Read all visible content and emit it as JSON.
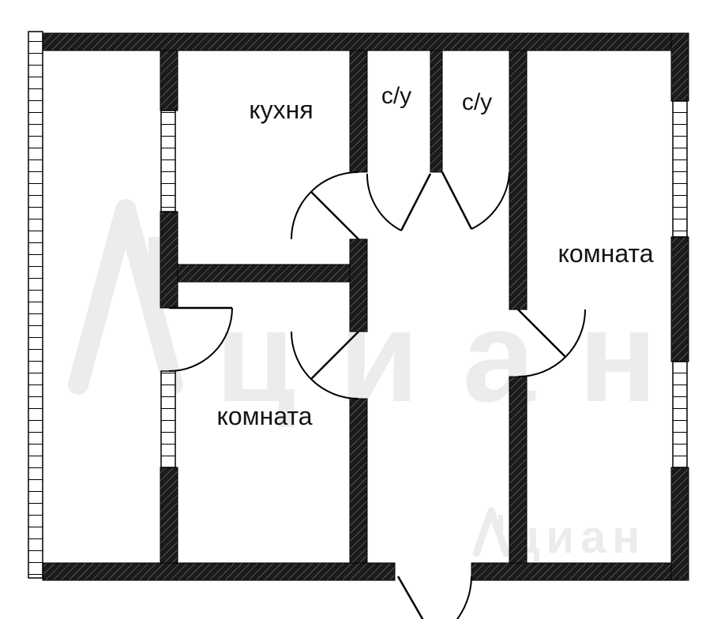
{
  "rooms": {
    "kitchen": {
      "label": "кухня"
    },
    "bathroom1": {
      "label": "с/у"
    },
    "bathroom2": {
      "label": "с/у"
    },
    "roomRight": {
      "label": "комната"
    },
    "roomBottomLeft": {
      "label": "комната"
    }
  },
  "watermark": {
    "large": "циан",
    "small": "циан"
  },
  "colors": {
    "wallFill": "#1b1b1b",
    "wallHatch": "#8a8a8a",
    "line": "#000000",
    "labelText": "#141414",
    "watermark": "#ececec",
    "background": "#ffffff"
  }
}
